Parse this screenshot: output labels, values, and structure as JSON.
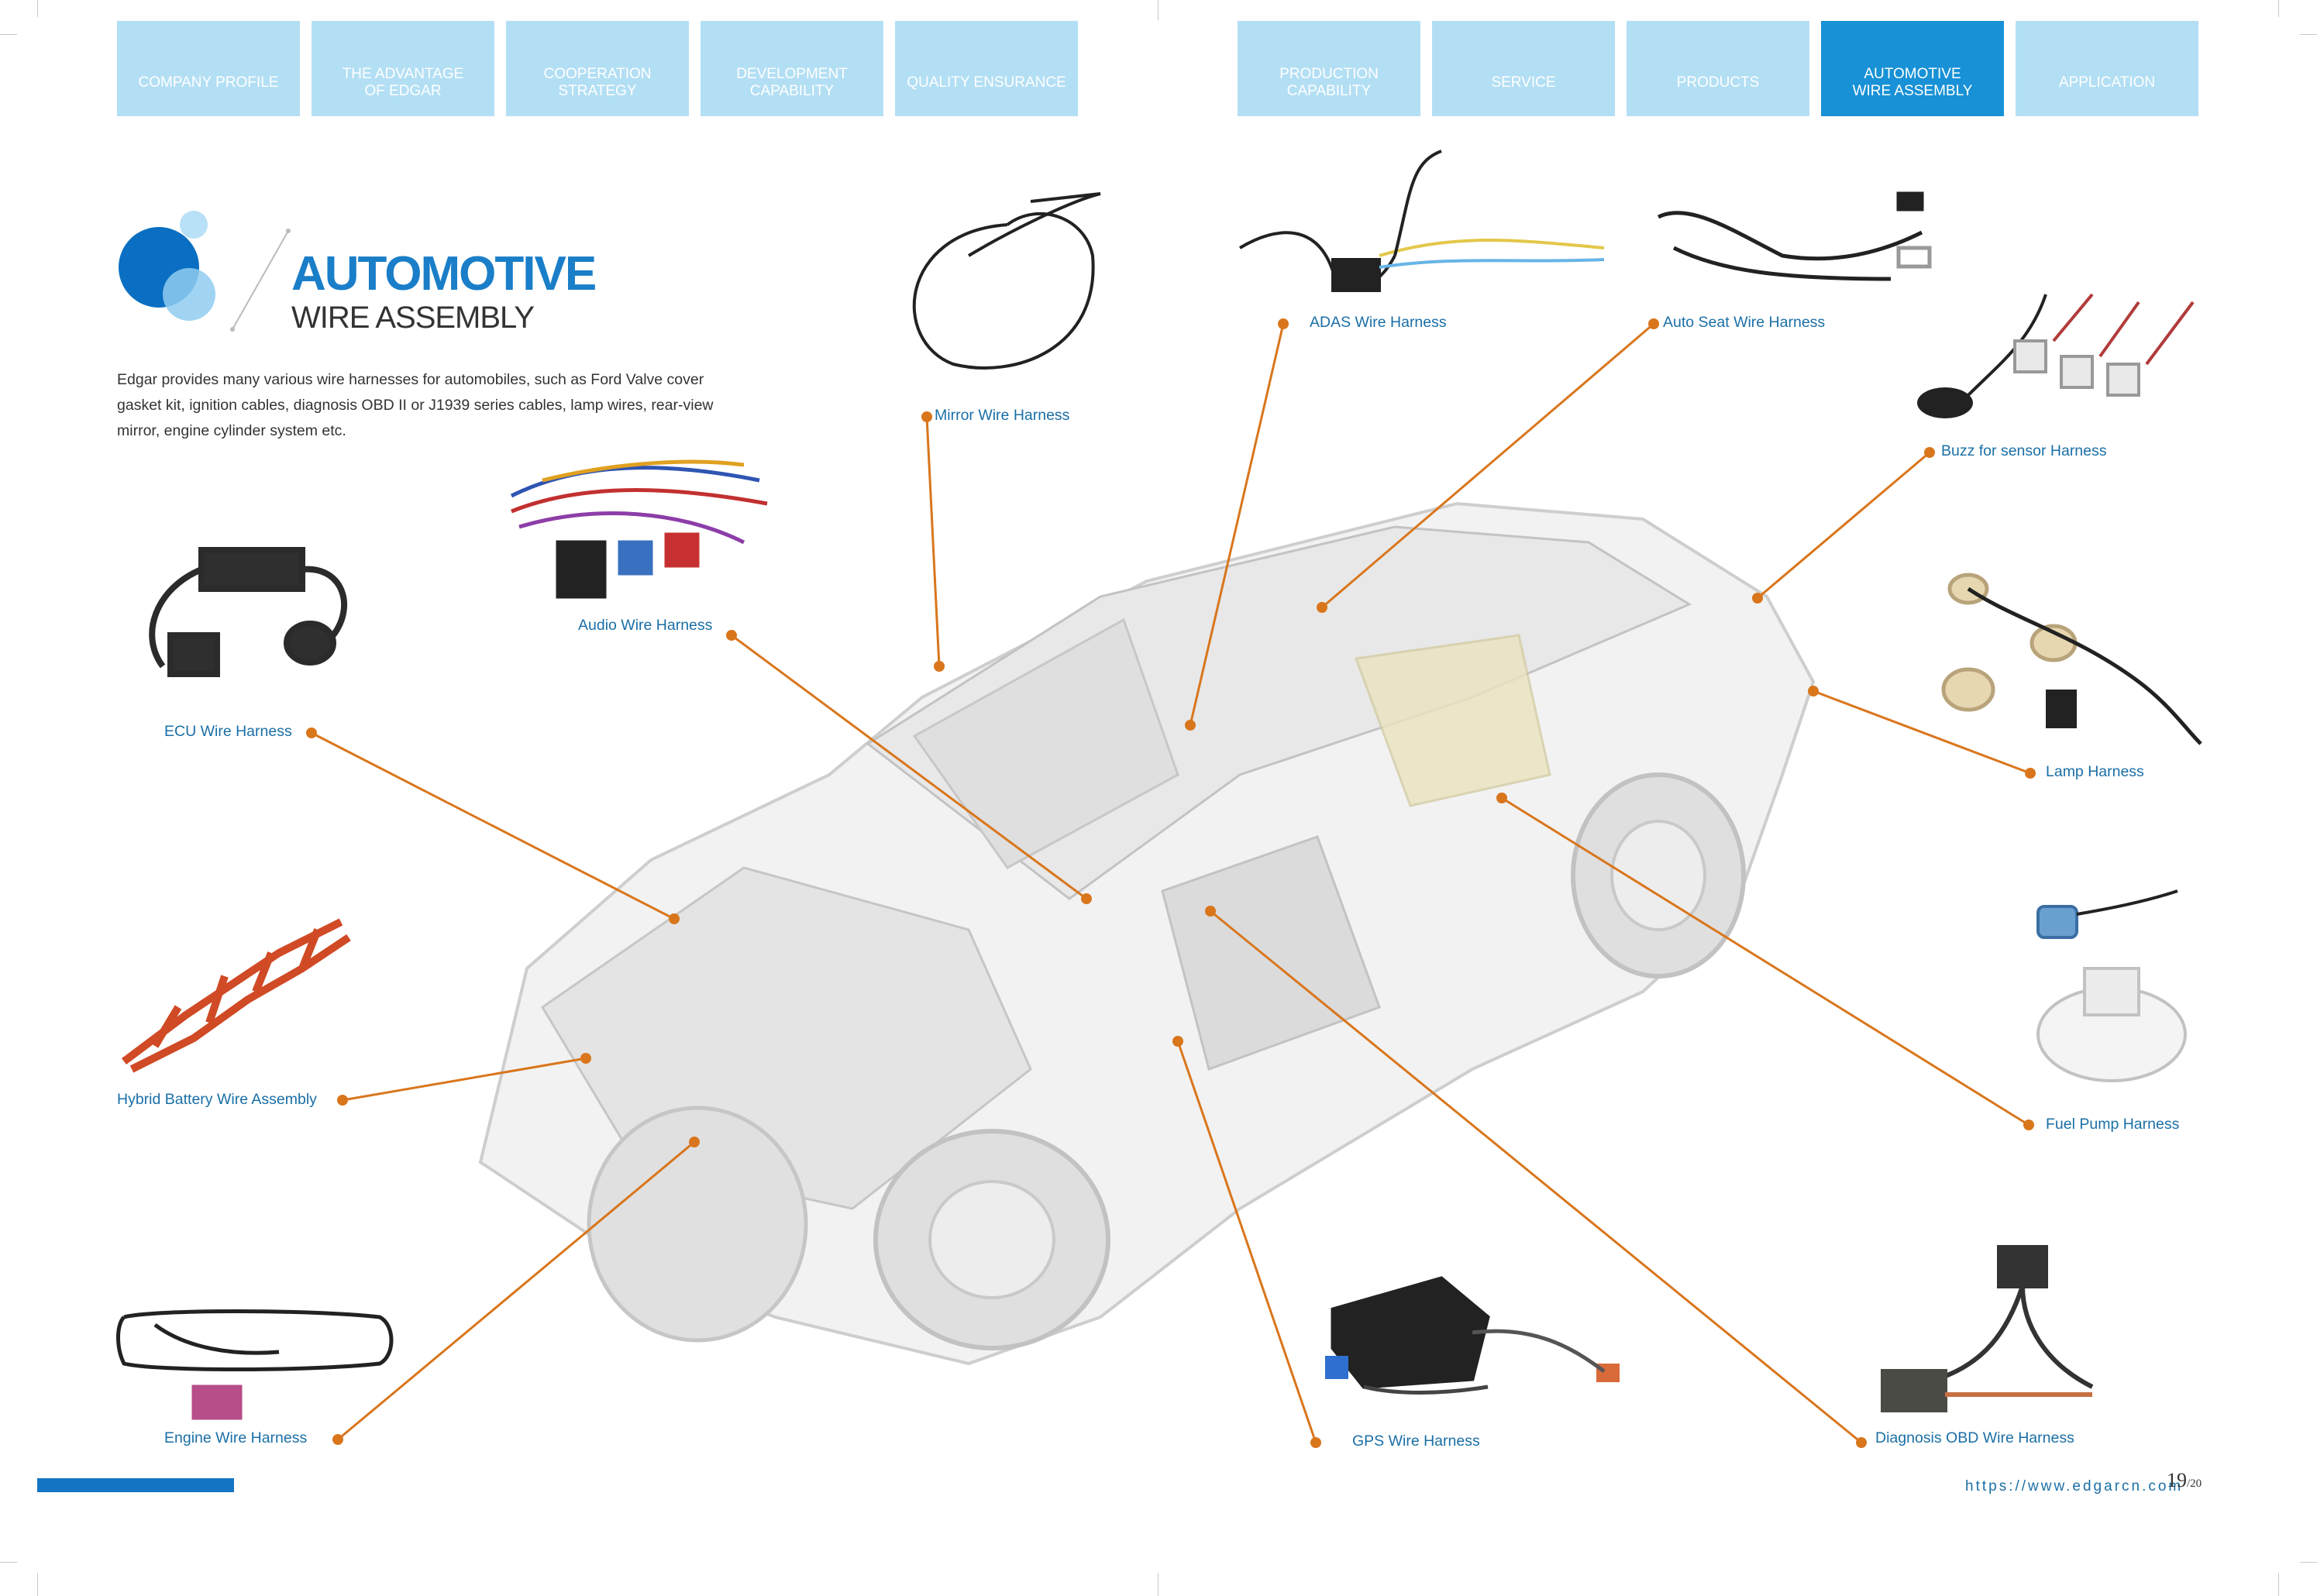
{
  "nav": {
    "tabs": [
      {
        "label": "COMPANY PROFILE",
        "active": false
      },
      {
        "label": "THE ADVANTAGE\nOF EDGAR",
        "active": false
      },
      {
        "label": "COOPERATION\nSTRATEGY",
        "active": false
      },
      {
        "label": "DEVELOPMENT\nCAPABILITY",
        "active": false
      },
      {
        "label": "QUALITY ENSURANCE",
        "active": false
      },
      {
        "label": "PRODUCTION\nCAPABILITY",
        "active": false
      },
      {
        "label": "SERVICE",
        "active": false
      },
      {
        "label": "PRODUCTS",
        "active": false
      },
      {
        "label": "AUTOMOTIVE\nWIRE ASSEMBLY",
        "active": true
      },
      {
        "label": "APPLICATION",
        "active": false
      }
    ]
  },
  "heading": {
    "title": "AUTOMOTIVE",
    "subtitle": "WIRE ASSEMBLY"
  },
  "intro": "Edgar provides many various wire harnesses for automobiles, such as Ford Valve cover gasket kit, ignition cables, diagnosis OBD II or J1939 series cables, lamp wires, rear-view mirror, engine cylinder system etc.",
  "products": [
    {
      "label": "Mirror Wire Harness"
    },
    {
      "label": "ADAS Wire Harness"
    },
    {
      "label": "Auto Seat Wire Harness"
    },
    {
      "label": "Buzz for sensor Harness"
    },
    {
      "label": "Audio Wire Harness"
    },
    {
      "label": "ECU Wire Harness"
    },
    {
      "label": "Lamp Harness"
    },
    {
      "label": "Fuel Pump Harness"
    },
    {
      "label": "Hybrid Battery Wire Assembly"
    },
    {
      "label": "Engine Wire Harness"
    },
    {
      "label": "GPS Wire Harness"
    },
    {
      "label": "Diagnosis OBD Wire Harness"
    }
  ],
  "footer": {
    "url": "https://www.edgarcn.com",
    "page": "19",
    "page_total": "/20"
  },
  "colors": {
    "accent_blue": "#1a7ec8",
    "tab_light": "#b3dff4",
    "tab_active": "#1891d6",
    "leader_orange": "#d9761c"
  }
}
